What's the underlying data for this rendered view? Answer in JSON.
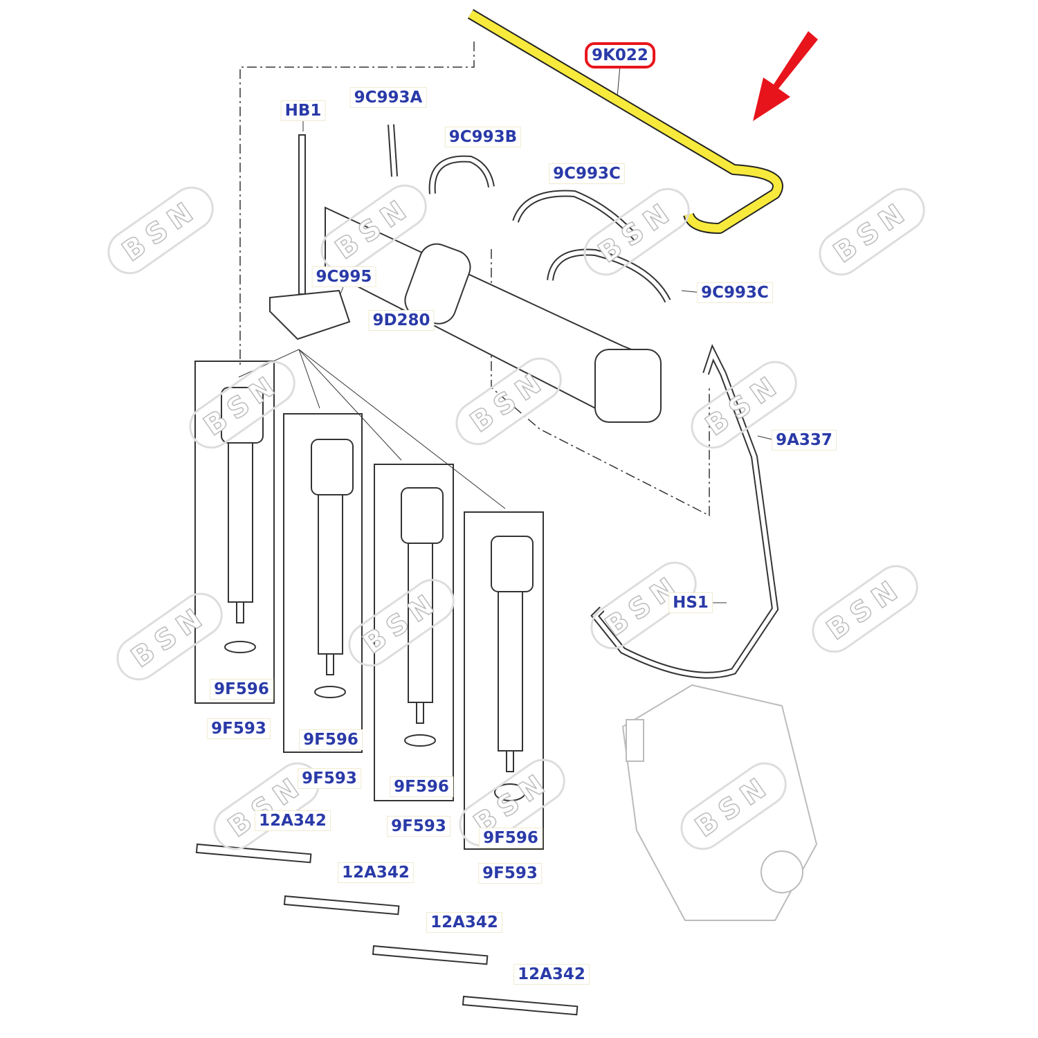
{
  "highlight_color": "#e8141c",
  "pipe_color": "#f7ea3c",
  "label_color": "#2a3aa8",
  "watermark": "BSN",
  "labels": {
    "k022": "9K022",
    "hb1": "HB1",
    "c993a": "9C993A",
    "c993b": "9C993B",
    "c993c_top": "9C993C",
    "c995": "9C995",
    "d280": "9D280",
    "c993c_right": "9C993C",
    "a337": "9A337",
    "hs1": "HS1",
    "f596_1": "9F596",
    "f593_1": "9F593",
    "f596_2": "9F596",
    "f593_2": "9F593",
    "f596_3": "9F596",
    "f593_3": "9F593",
    "f596_4": "9F596",
    "f593_4": "9F593",
    "a342_1": "12A342",
    "a342_2": "12A342",
    "a342_3": "12A342",
    "a342_4": "12A342"
  }
}
